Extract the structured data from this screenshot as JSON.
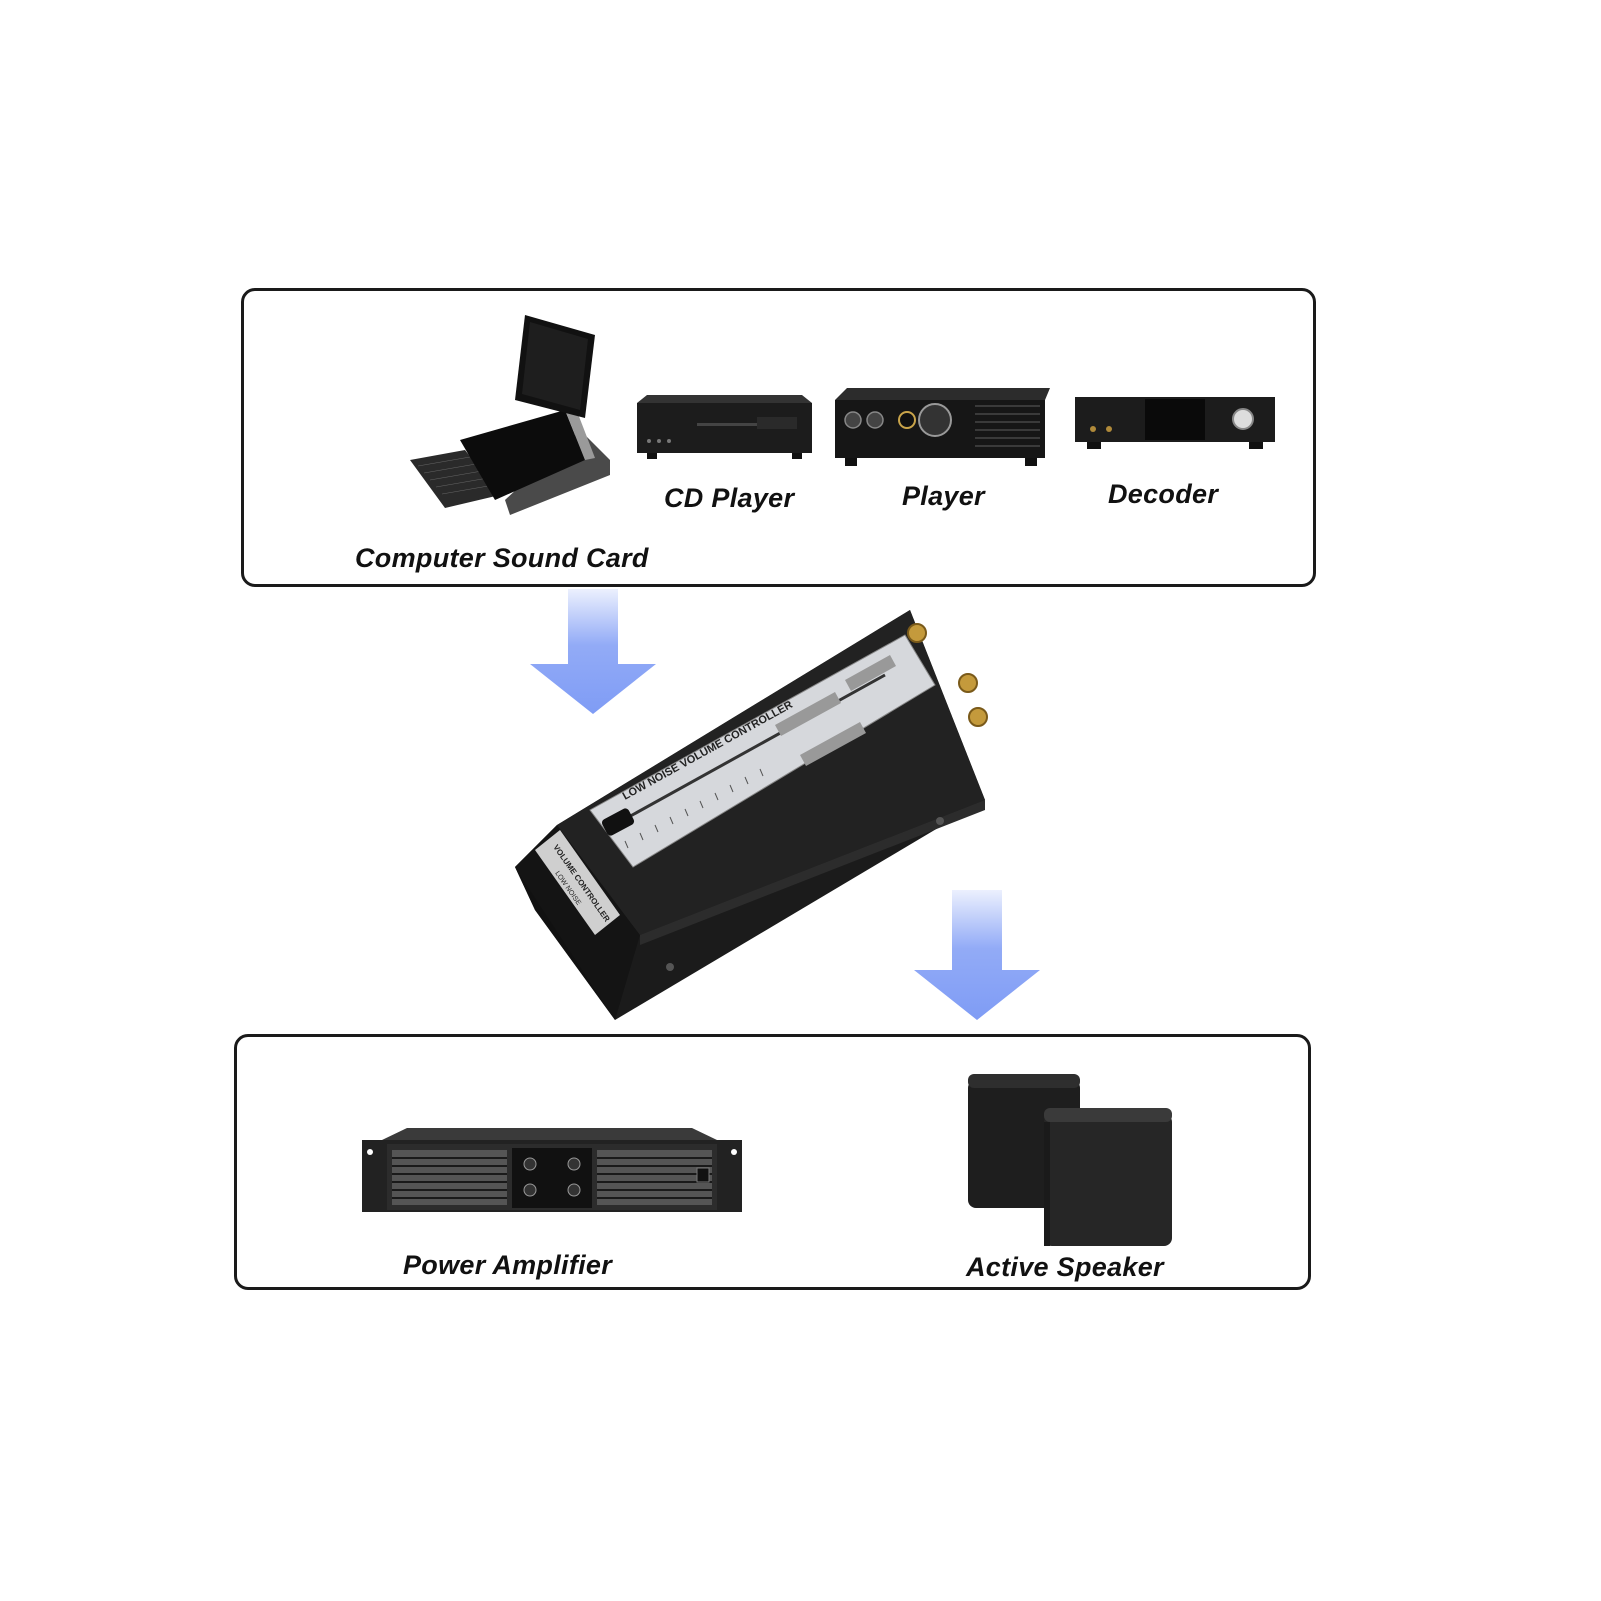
{
  "colors": {
    "border": "#1a1a1a",
    "device": "#1b1b1b",
    "arrow": "#7f9cf5",
    "panel_silver": "#d6d8dc"
  },
  "sources": [
    {
      "id": "computer",
      "label": "Computer Sound Card",
      "icon": "laptop-icon"
    },
    {
      "id": "cd",
      "label": "CD Player",
      "icon": "cd-player-icon"
    },
    {
      "id": "player",
      "label": "Player",
      "icon": "player-icon"
    },
    {
      "id": "decoder",
      "label": "Decoder",
      "icon": "decoder-icon"
    }
  ],
  "controller": {
    "panel_text": "LOW NOISE VOLUME CONTROLLER",
    "side_text": "VOLUME CONTROLLER",
    "side_subtext": "LOW NOISE",
    "icon": "volume-controller-icon"
  },
  "outputs": [
    {
      "id": "amp",
      "label": "Power Amplifier",
      "icon": "power-amplifier-icon"
    },
    {
      "id": "speaker",
      "label": "Active Speaker",
      "icon": "speaker-icon"
    }
  ]
}
